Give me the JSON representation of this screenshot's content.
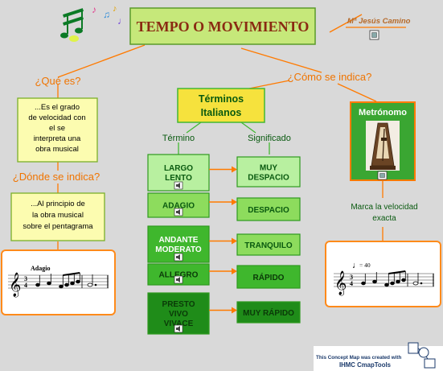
{
  "title": "TEMPO O MOVIMIENTO",
  "author": "Mª Jesús Camino",
  "left": {
    "question1": "¿Qué es?",
    "definition": [
      "...Es el grado",
      "de velocidad con",
      "el se",
      "interpreta una",
      "obra musical"
    ],
    "question2": "¿Dónde se indica?",
    "location": [
      "...Al principio de",
      "la obra musical",
      "sobre el pentagrama"
    ],
    "score_label": "Adagio"
  },
  "center": {
    "question": "¿Cómo se indica?",
    "hub": [
      "Términos",
      "Italianos"
    ],
    "col_term": "Término",
    "col_meaning": "Significado",
    "rows": [
      {
        "term": [
          "LARGO",
          "LENTO"
        ],
        "meaning": [
          "MUY",
          "DESPACIO"
        ]
      },
      {
        "term": [
          "ADAGIO"
        ],
        "meaning": [
          "DESPACIO"
        ]
      },
      {
        "term": [
          "ANDANTE",
          "MODERATO"
        ],
        "meaning": [
          "TRANQUILO"
        ]
      },
      {
        "term": [
          "ALLEGRO"
        ],
        "meaning": [
          "RÁPIDO"
        ]
      },
      {
        "term": [
          "PRESTO",
          "VIVO",
          "VIVACE"
        ],
        "meaning": [
          "MUY RÁPIDO"
        ]
      }
    ]
  },
  "right": {
    "box": "Metrónomo",
    "caption": [
      "Marca la velocidad",
      "exacta"
    ],
    "tempo_mark": "= 40"
  },
  "footer": [
    "This Concept Map was created with",
    "IHMC CmapTools"
  ],
  "colors": {
    "background": "#d9d9d9",
    "title_fill": "#c6e87a",
    "title_text": "#8a2a12",
    "hub_fill": "#f6e23d",
    "note_fill": "#fcfcb0",
    "link_orange": "#ff7a00",
    "question_orange": "#f07400",
    "term_palest": "#b8f0a0",
    "term_light": "#8ddc5d",
    "term_mid": "#3fb72d",
    "term_dark": "#1f8c19",
    "metro_fill": "#3aa632"
  }
}
